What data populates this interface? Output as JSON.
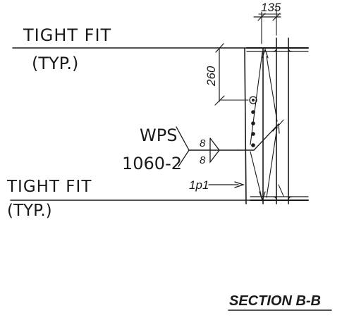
{
  "notes": {
    "top_label": "TIGHT FIT",
    "top_label_sub": "(TYP.)",
    "bottom_label": "TIGHT FIT",
    "bottom_label_sub": "(TYP.)"
  },
  "dimensions": {
    "width_dim": "135",
    "height_dim": "260"
  },
  "weld": {
    "procedure_line1": "WPS",
    "procedure_line2": "1060-2",
    "size_top": "8",
    "size_bottom": "8"
  },
  "part_label": "1p1",
  "section_title": "SECTION B-B",
  "colors": {
    "ink": "#1a1a1a",
    "paper": "#ffffff"
  }
}
